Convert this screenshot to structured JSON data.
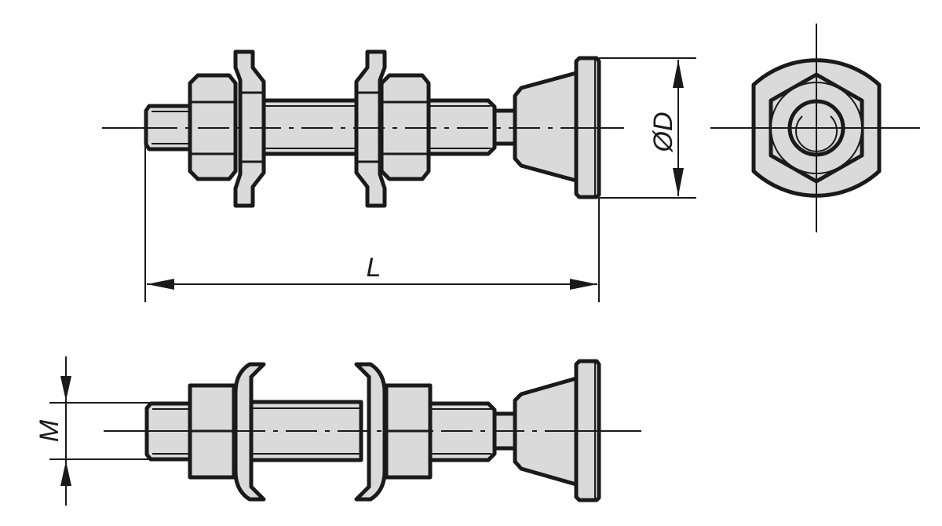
{
  "drawing": {
    "type": "technical-drawing",
    "subject": "levelling foot / threaded spindle with nuts and spring washers",
    "colors": {
      "fill": "#dadada",
      "stroke": "#1a1a1a",
      "background": "#ffffff"
    },
    "views": [
      {
        "name": "side-view-top",
        "description": "threaded spindle with two hex nuts, two cup washers and conical foot"
      },
      {
        "name": "end-view",
        "description": "end view showing round washer, hex nut and thread"
      },
      {
        "name": "side-view-bottom",
        "description": "rotated side view with nuts and curved washers"
      }
    ],
    "dimensions": {
      "length_label": "L",
      "diameter_label": "ØD",
      "thread_label": "M"
    }
  }
}
